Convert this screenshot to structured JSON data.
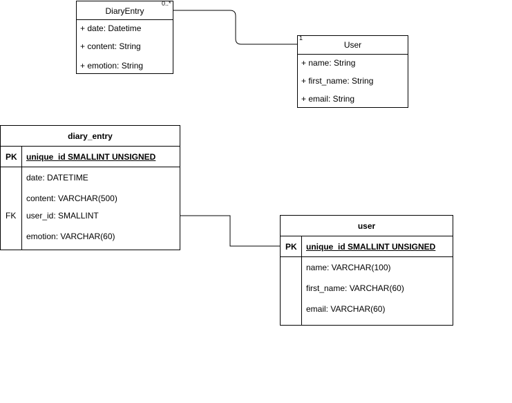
{
  "uml": {
    "diary_entry": {
      "title": "DiaryEntry",
      "attributes": [
        "+ date: Datetime",
        "+ content: String",
        "+ emotion: String"
      ]
    },
    "user": {
      "title": "User",
      "attributes": [
        "+ name: String",
        "+ first_name: String",
        "+ email: String"
      ]
    },
    "association": {
      "diary_multiplicity": "0..*",
      "user_multiplicity": "1"
    }
  },
  "erd": {
    "diary_entry": {
      "title": "diary_entry",
      "pk_label": "PK",
      "pk_field": "unique_id SMALLINT UNSIGNED",
      "fk_label": "FK",
      "fields": [
        "date: DATETIME",
        "content: VARCHAR(500)",
        "user_id: SMALLINT",
        "emotion: VARCHAR(60)"
      ]
    },
    "user": {
      "title": "user",
      "pk_label": "PK",
      "pk_field": "unique_id SMALLINT UNSIGNED",
      "fields": [
        "name: VARCHAR(100)",
        "first_name: VARCHAR(60)",
        "email: VARCHAR(60)"
      ]
    }
  }
}
